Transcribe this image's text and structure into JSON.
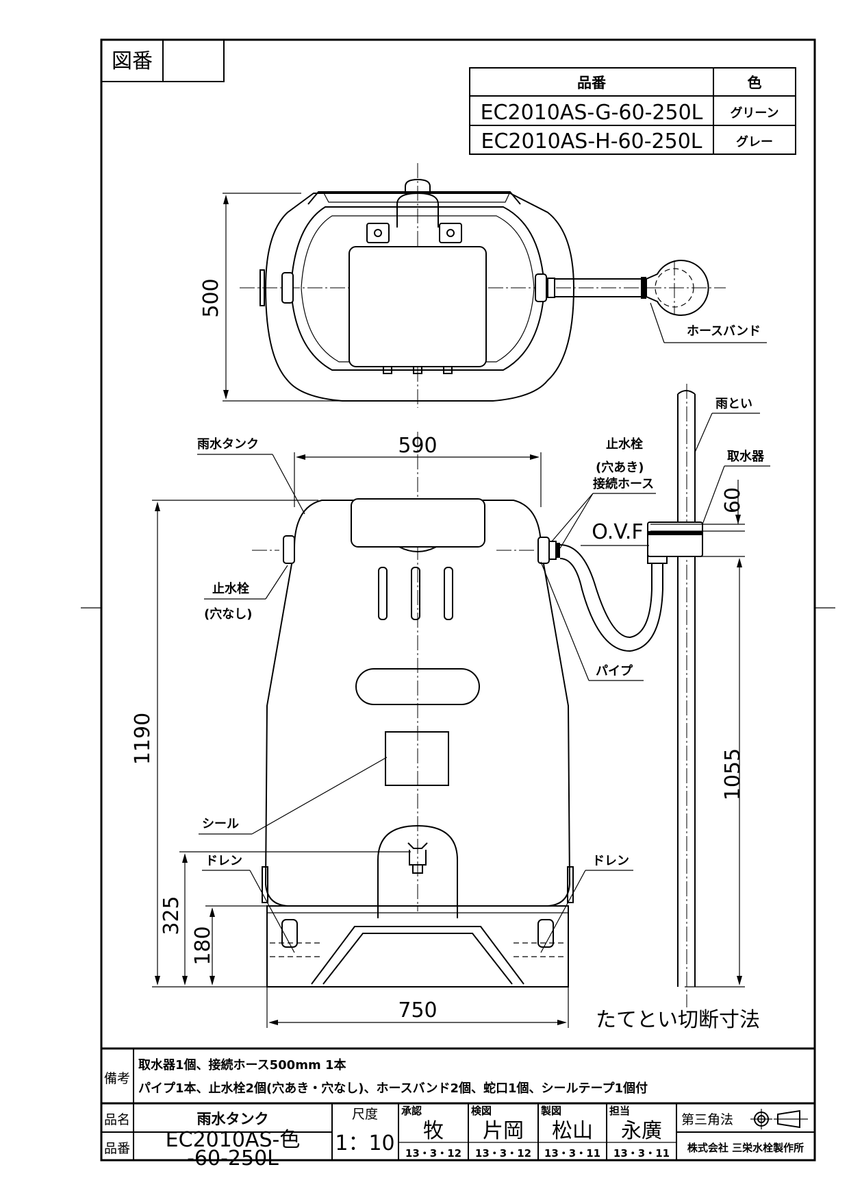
{
  "frame": {
    "zuban_label": "図番"
  },
  "parts_table": {
    "header_part": "品番",
    "header_color": "色",
    "rows": [
      {
        "part": "EC2010AS-G-60-250L",
        "color": "グリーン"
      },
      {
        "part": "EC2010AS-H-60-250L",
        "color": "グレー"
      }
    ]
  },
  "labels": {
    "hose_band": "ホースバンド",
    "rain_gutter": "雨とい",
    "water_collector": "取水器",
    "rain_tank": "雨水タンク",
    "stop_valve_holed": "止水栓",
    "holed_note": "(穴あき)",
    "connection_hose": "接続ホース",
    "ovf": "O.V.F",
    "stop_valve_noholes": "止水栓",
    "noholes_note": "(穴なし)",
    "pipe": "パイプ",
    "seal": "シール",
    "drain_left": "ドレン",
    "drain_right": "ドレン",
    "gutter_cut_note": "たてとい切断寸法"
  },
  "dimensions": {
    "top_depth": "500",
    "width_body": "590",
    "width_base": "750",
    "height_total": "1190",
    "height_tap": "325",
    "height_base": "180",
    "height_cut": "1055",
    "collector_height": "60"
  },
  "notes": {
    "label": "備考",
    "line1": "取水器1個、接続ホース500mm 1本",
    "line2": "パイプ1本、止水栓2個(穴あき・穴なし)、ホースバンド2個、蛇口1個、シールテープ1個付"
  },
  "title_block": {
    "name_label": "品名",
    "name_value": "雨水タンク",
    "number_label": "品番",
    "number_value_1": "EC2010AS-色",
    "number_value_2": "-60-250L",
    "scale_label": "尺度",
    "scale_value": "1：10",
    "approve_label": "承認",
    "approve_name": "牧",
    "approve_date": "13・3・12",
    "check_label": "検図",
    "check_name": "片岡",
    "check_date": "13・3・12",
    "draw_label": "製図",
    "draw_name": "松山",
    "draw_date": "13・3・11",
    "charge_label": "担当",
    "charge_name": "永廣",
    "charge_date": "13・3・11",
    "projection": "第三角法",
    "company": "株式会社 三栄水栓製作所"
  }
}
